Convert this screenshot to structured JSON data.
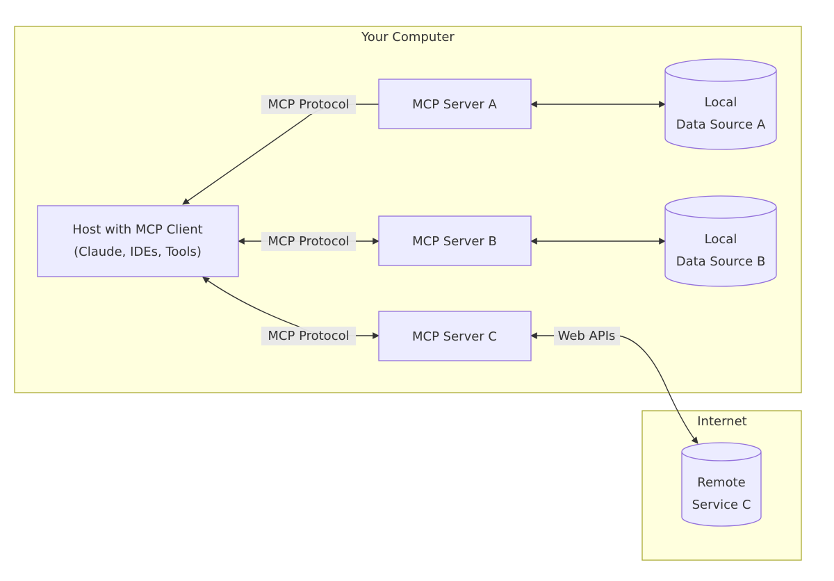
{
  "groups": {
    "computer": "Your Computer",
    "internet": "Internet"
  },
  "nodes": {
    "host": {
      "line1": "Host with MCP Client",
      "line2": "(Claude, IDEs, Tools)"
    },
    "server_a": "MCP Server A",
    "server_b": "MCP Server B",
    "server_c": "MCP Server C",
    "data_a": {
      "line1": "Local",
      "line2": "Data Source A"
    },
    "data_b": {
      "line1": "Local",
      "line2": "Data Source B"
    },
    "remote_c": {
      "line1": "Remote",
      "line2": "Service C"
    }
  },
  "edges": {
    "host_server_a": "MCP Protocol",
    "host_server_b": "MCP Protocol",
    "host_server_c": "MCP Protocol",
    "server_c_remote": "Web APIs"
  },
  "colors": {
    "group_fill": "#ffffde",
    "group_stroke": "#aaaa33",
    "node_fill": "#ececff",
    "node_stroke": "#9370db",
    "edge": "#333333",
    "label_bg": "#e8e8e8"
  }
}
